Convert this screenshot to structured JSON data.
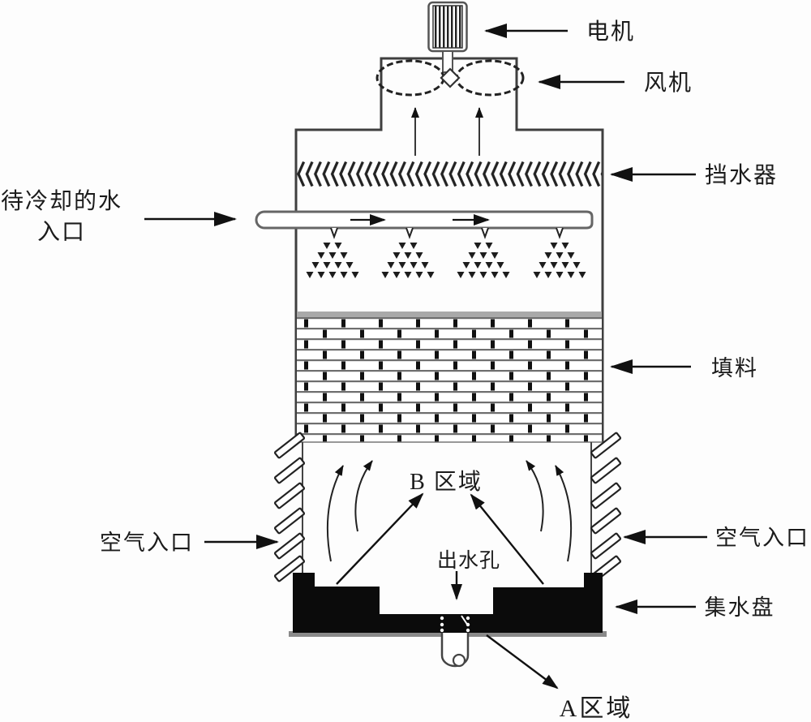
{
  "figure": {
    "type": "counterflow-cooling-tower-schematic",
    "background": "#fdfdfd",
    "line_color": "#2a2a2a",
    "pan_color": "#0b0b0b",
    "brick_mortar_color": "#6e6e6e"
  },
  "labels": {
    "motor": "电机",
    "fan": "风机",
    "drift_eliminator": "挡水器",
    "water_inlet_line1": "待冷却的水",
    "water_inlet_line2": "入口",
    "fill_packing": "填料",
    "air_inlet_left": "空气入口",
    "air_inlet_right": "空气入口",
    "zone_b": "B 区域",
    "outlet_hole": "出水孔",
    "water_pan": "集水盘",
    "zone_a": "A区域"
  }
}
